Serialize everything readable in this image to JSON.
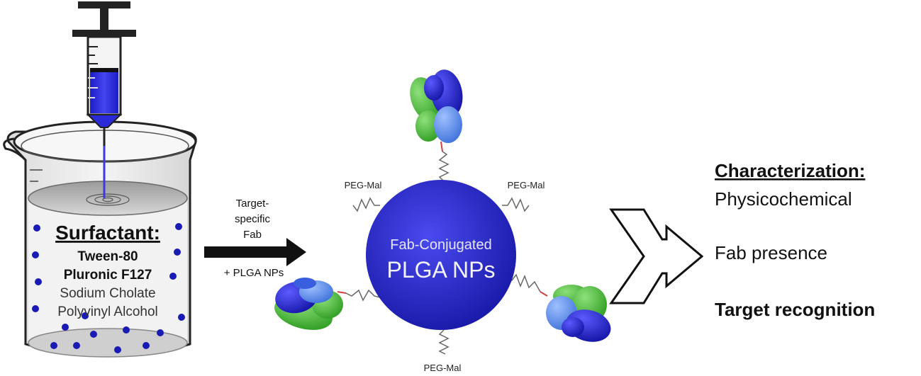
{
  "beaker": {
    "heading": "Surfactant:",
    "items": [
      {
        "label": "Tween-80",
        "bold": true
      },
      {
        "label": "Pluronic F127",
        "bold": true
      },
      {
        "label": "Sodium Cholate",
        "bold": false
      },
      {
        "label": "Polyvinyl Alcohol",
        "bold": false
      }
    ]
  },
  "reaction_arrow": {
    "top_lines": [
      "Target-",
      "specific",
      "Fab"
    ],
    "bottom_label": "+ PLGA NPs"
  },
  "nanoparticle": {
    "line1": "Fab-Conjugated",
    "line2": "PLGA NPs",
    "linker_label": "PEG-Mal"
  },
  "characterization": {
    "heading": "Characterization:",
    "items": [
      {
        "label": "Physicochemical",
        "bold": false
      },
      {
        "label": "Fab presence",
        "bold": false
      },
      {
        "label": "Target recognition",
        "bold": true
      }
    ]
  },
  "colors": {
    "particle": "#2a2ad8",
    "fab_blue": "#1818c8",
    "fab_light_blue": "#4f86e6",
    "fab_green": "#3cbf2c",
    "liquid": "#b4b4b4"
  }
}
